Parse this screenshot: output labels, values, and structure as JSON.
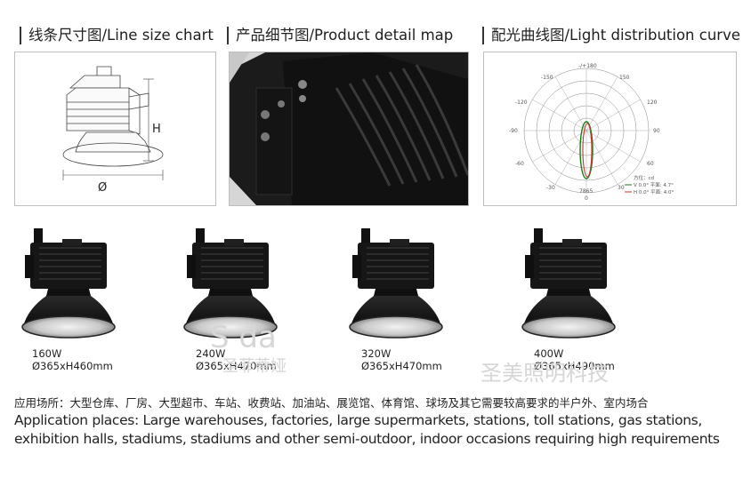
{
  "sections": {
    "line_size_chart": "线条尺寸图/Line size chart",
    "product_detail_map": "产品细节图/Product detail map",
    "light_distribution_curve": "配光曲线图/Light distribution curve"
  },
  "line_chart": {
    "height_label": "H",
    "diameter_label": "Ø"
  },
  "polar": {
    "top_label": "-/+180",
    "left_labels": [
      "-150",
      "-120",
      "-90",
      "-60",
      "-30"
    ],
    "right_labels": [
      "150",
      "120",
      "90",
      "60",
      "30"
    ],
    "bottom_label": "0",
    "center_value": "7865",
    "legend": [
      "方位：cd",
      "V 0.0°  平面: 4.7°",
      "H 0.0°  平面: 4.0°"
    ],
    "colors": {
      "v_curve": "#1a7a1a",
      "h_curve": "#c0392b"
    }
  },
  "products": [
    {
      "power": "160W",
      "dims": "Ø365xH460mm"
    },
    {
      "power": "240W",
      "dims": "Ø365xH470mm"
    },
    {
      "power": "320W",
      "dims": "Ø365xH470mm"
    },
    {
      "power": "400W",
      "dims": "Ø365xH490mm"
    }
  ],
  "watermarks": [
    "S    da",
    "圣菲蒂娅",
    "圣美照明科技"
  ],
  "applications": {
    "cn": "应用场所：大型仓库、厂房、大型超市、车站、收费站、加油站、展览馆、体育馆、球场及其它需要较高要求的半户外、室内场合",
    "en_line1": "Application places: Large warehouses, factories, large supermarkets, stations, toll stations, gas stations,",
    "en_line2": "exhibition halls, stadiums, stadiums and other semi-outdoor, indoor occasions requiring high requirements"
  }
}
